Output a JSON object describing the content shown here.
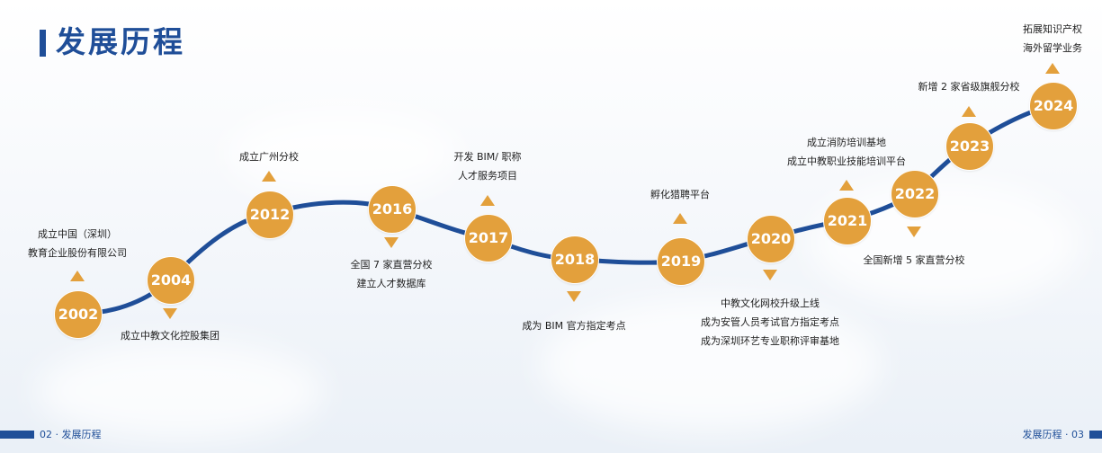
{
  "page_title": "发展历程",
  "colors": {
    "accent_blue": "#1f4e98",
    "node_orange": "#e3a03c"
  },
  "milestones": [
    {
      "year": "2002",
      "captions": [
        "成立中国（深圳）",
        "教育企业股份有限公司"
      ],
      "position": "above"
    },
    {
      "year": "2004",
      "captions": [
        "成立中教文化控股集团"
      ],
      "position": "below"
    },
    {
      "year": "2012",
      "captions": [
        "成立广州分校"
      ],
      "position": "above"
    },
    {
      "year": "2016",
      "captions": [
        "全国 7 家直营分校",
        "建立人才数据库"
      ],
      "position": "below"
    },
    {
      "year": "2017",
      "captions": [
        "开发 BIM/ 职称",
        "人才服务项目"
      ],
      "position": "above"
    },
    {
      "year": "2018",
      "captions": [
        "成为 BIM 官方指定考点"
      ],
      "position": "below"
    },
    {
      "year": "2019",
      "captions": [
        "孵化猎聘平台"
      ],
      "position": "above"
    },
    {
      "year": "2020",
      "captions": [
        "中教文化网校升级上线",
        "成为安管人员考试官方指定考点",
        "成为深圳环艺专业职称评审基地"
      ],
      "position": "below"
    },
    {
      "year": "2021",
      "captions": [
        "成立消防培训基地",
        "成立中教职业技能培训平台"
      ],
      "position": "above"
    },
    {
      "year": "2022",
      "captions": [
        "全国新增 5 家直营分校"
      ],
      "position": "below"
    },
    {
      "year": "2023",
      "captions": [
        "新增 2 家省级旗舰分校"
      ],
      "position": "above"
    },
    {
      "year": "2024",
      "captions": [
        "拓展知识产权",
        "海外留学业务"
      ],
      "position": "above"
    }
  ],
  "footer": {
    "left": {
      "page": "02",
      "sep": "·",
      "label": "发展历程"
    },
    "right": {
      "label": "发展历程",
      "sep": "·",
      "page": "03"
    }
  }
}
